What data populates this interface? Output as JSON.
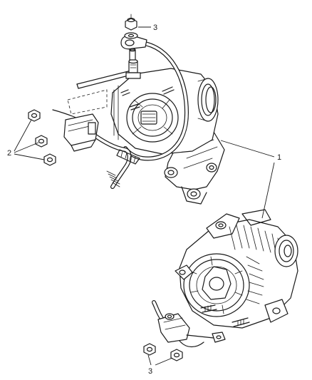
{
  "diagram": {
    "callouts": {
      "one": "1",
      "two": "2",
      "three_top": "3",
      "three_bottom": "3"
    }
  }
}
